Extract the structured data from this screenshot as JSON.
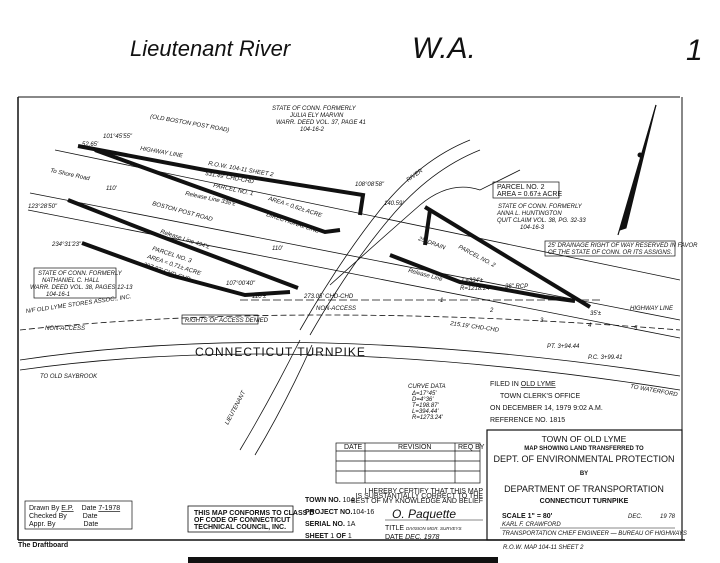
{
  "header": {
    "title_handwritten": "Lieutenant River",
    "initials": "W.A.",
    "page_number": "1"
  },
  "map": {
    "old_boston_post_road": "(OLD BOSTON POST ROAD)",
    "highway_line": "HIGHWAY LINE",
    "row_ref": "R.O.W. 104-11 SHEET 2",
    "dist_531": "531.49' CHD-CHD",
    "parcel1": "PARCEL NO. 1",
    "release_line_1": "Release Line 338'±",
    "area1": "AREA = 0.62± ACRE",
    "directional_line": "DIRECTIONAL LINE",
    "boston_post_road": "BOSTON POST ROAD",
    "to_shore_road": "To Shore Road",
    "width_110": "110'",
    "angle_1": "101°45'55\"",
    "dist_52": "52.65'",
    "angle_2": "123°28'50\"",
    "angle_3": "234°31'23\"",
    "angle_4": "108°08'58\"",
    "angle_5": "107°00'40\"",
    "release_line_3": "Release Line 494'±",
    "parcel3": "PARCEL NO. 3",
    "area3": "AREA = 0.71± ACRE",
    "dist_397": "397.83' CHD-CHD",
    "owner1": [
      "STATE OF CONN. FORMERLY",
      "JULIA ELY MARVIN",
      "WARR. DEED VOL. 37, PAGE 41",
      "104-16-2"
    ],
    "owner3": [
      "STATE OF CONN. FORMERLY",
      "NATHANIEL C. HALL",
      "WARR. DEED VOL. 38, PAGES 12-13",
      "104-16-1"
    ],
    "nf_owner": "N/F OLD LYME STORES ASSOC., INC.",
    "non_access": "NON-ACCESS",
    "rights_denied": "RIGHTS OF ACCESS DENIED",
    "dist_110b": "110'±",
    "dist_273": "273.05' CHD-CHD",
    "dist_215": "215.19' CHD-CHD",
    "river": "RIVER",
    "dist_140": "140.59'",
    "parcel2_box": [
      "PARCEL NO. 2",
      "AREA = 0.67± ACRE"
    ],
    "owner2": [
      "STATE OF CONN. FORMERLY",
      "ANNA L. HUNTINGTON",
      "QUIT CLAIM VOL. 38, PG. 32-33",
      "104-16-3"
    ],
    "drain": "25' DRAIN",
    "parcel2": "PARCEL NO. 2",
    "release_line_2": "Release Line",
    "curve_l": "L=334'±",
    "curve_r": "R=1218.24'",
    "rcp": "36\" RCP",
    "dist_35": "35'±",
    "drainage_note": [
      "25' DRAINAGE RIGHT OF WAY RESERVED IN FAVOR",
      "OF THE STATE OF CONN. OR ITS ASSIGNS."
    ],
    "station_pt": "PT. 3+94.44",
    "station_pc": "P.C. 3+99.41",
    "turnpike": "CONNECTICUT TURNPIKE",
    "to_old_saybrook": "TO OLD SAYBROOK",
    "to_waterford": "TO WATERFORD",
    "lieutenant": "LIEUTENANT",
    "stations": [
      "1",
      "2",
      "3",
      "4",
      "5"
    ]
  },
  "curve_data": {
    "title": "CURVE DATA",
    "lines": [
      "Δ=17°45'",
      "D=4°36'",
      "T=198.87'",
      "L=394.44'",
      "R=1273.24'"
    ]
  },
  "filing": {
    "filed_in_label": "FILED IN",
    "filed_in": "OLD LYME",
    "office": "TOWN CLERK'S OFFICE",
    "on_label": "ON",
    "date": "DECEMBER 14, 1979  9:02 A.M.",
    "reference_label": "REFERENCE NO.",
    "reference": "1815"
  },
  "title_block": {
    "town": "TOWN OF OLD LYME",
    "subtitle": "MAP SHOWING LAND TRANSFERRED TO",
    "dept": "DEPT. OF ENVIRONMENTAL PROTECTION",
    "by": "BY",
    "agency": "DEPARTMENT OF TRANSPORTATION",
    "division": "CONNECTICUT TURNPIKE",
    "scale": "SCALE 1\" = 80'",
    "date_month": "DEC.",
    "date_year": "19 78",
    "engineer": "KARL F. CRAWFORD",
    "engineer_title": "TRANSPORTATION CHIEF ENGINEER — BUREAU OF HIGHWAYS",
    "row_map": "R.O.W. MAP 104-11 SHEET 2"
  },
  "revision_table": {
    "headers": [
      "DATE",
      "REVISION",
      "REQ BY"
    ]
  },
  "certify": {
    "text": [
      "I HEREBY CERTIFY THAT THIS MAP",
      "IS SUBSTANTIALLY CORRECT TO THE",
      "BEST OF MY KNOWLEDGE AND BELIEF"
    ],
    "signature": "O. Paquette",
    "title_label": "TITLE",
    "title": "DIVISION MGR. SURVEYS",
    "date_label": "DATE",
    "date": "DEC.  1978"
  },
  "project": {
    "town_no_label": "TOWN NO.",
    "town_no": "104",
    "project_no_label": "PROJECT NO.",
    "project_no": "104-16",
    "serial_label": "SERIAL NO.",
    "serial": "1A",
    "sheet_label": "SHEET",
    "sheet": "1",
    "of_label": "OF",
    "of": "1"
  },
  "conform_note": [
    "THIS MAP CONFORMS TO CLASS D",
    "OF CODE OF CONNECTICUT",
    "TECHNICAL COUNCIL, INC."
  ],
  "drawn_box": {
    "drawn_label": "Drawn By",
    "drawn": "E.P.",
    "date_label": "Date",
    "drawn_date": "7-1978",
    "checked_label": "Checked By",
    "appr_label": "Appr. By"
  },
  "footer": {
    "brand": "The Draftboard"
  }
}
